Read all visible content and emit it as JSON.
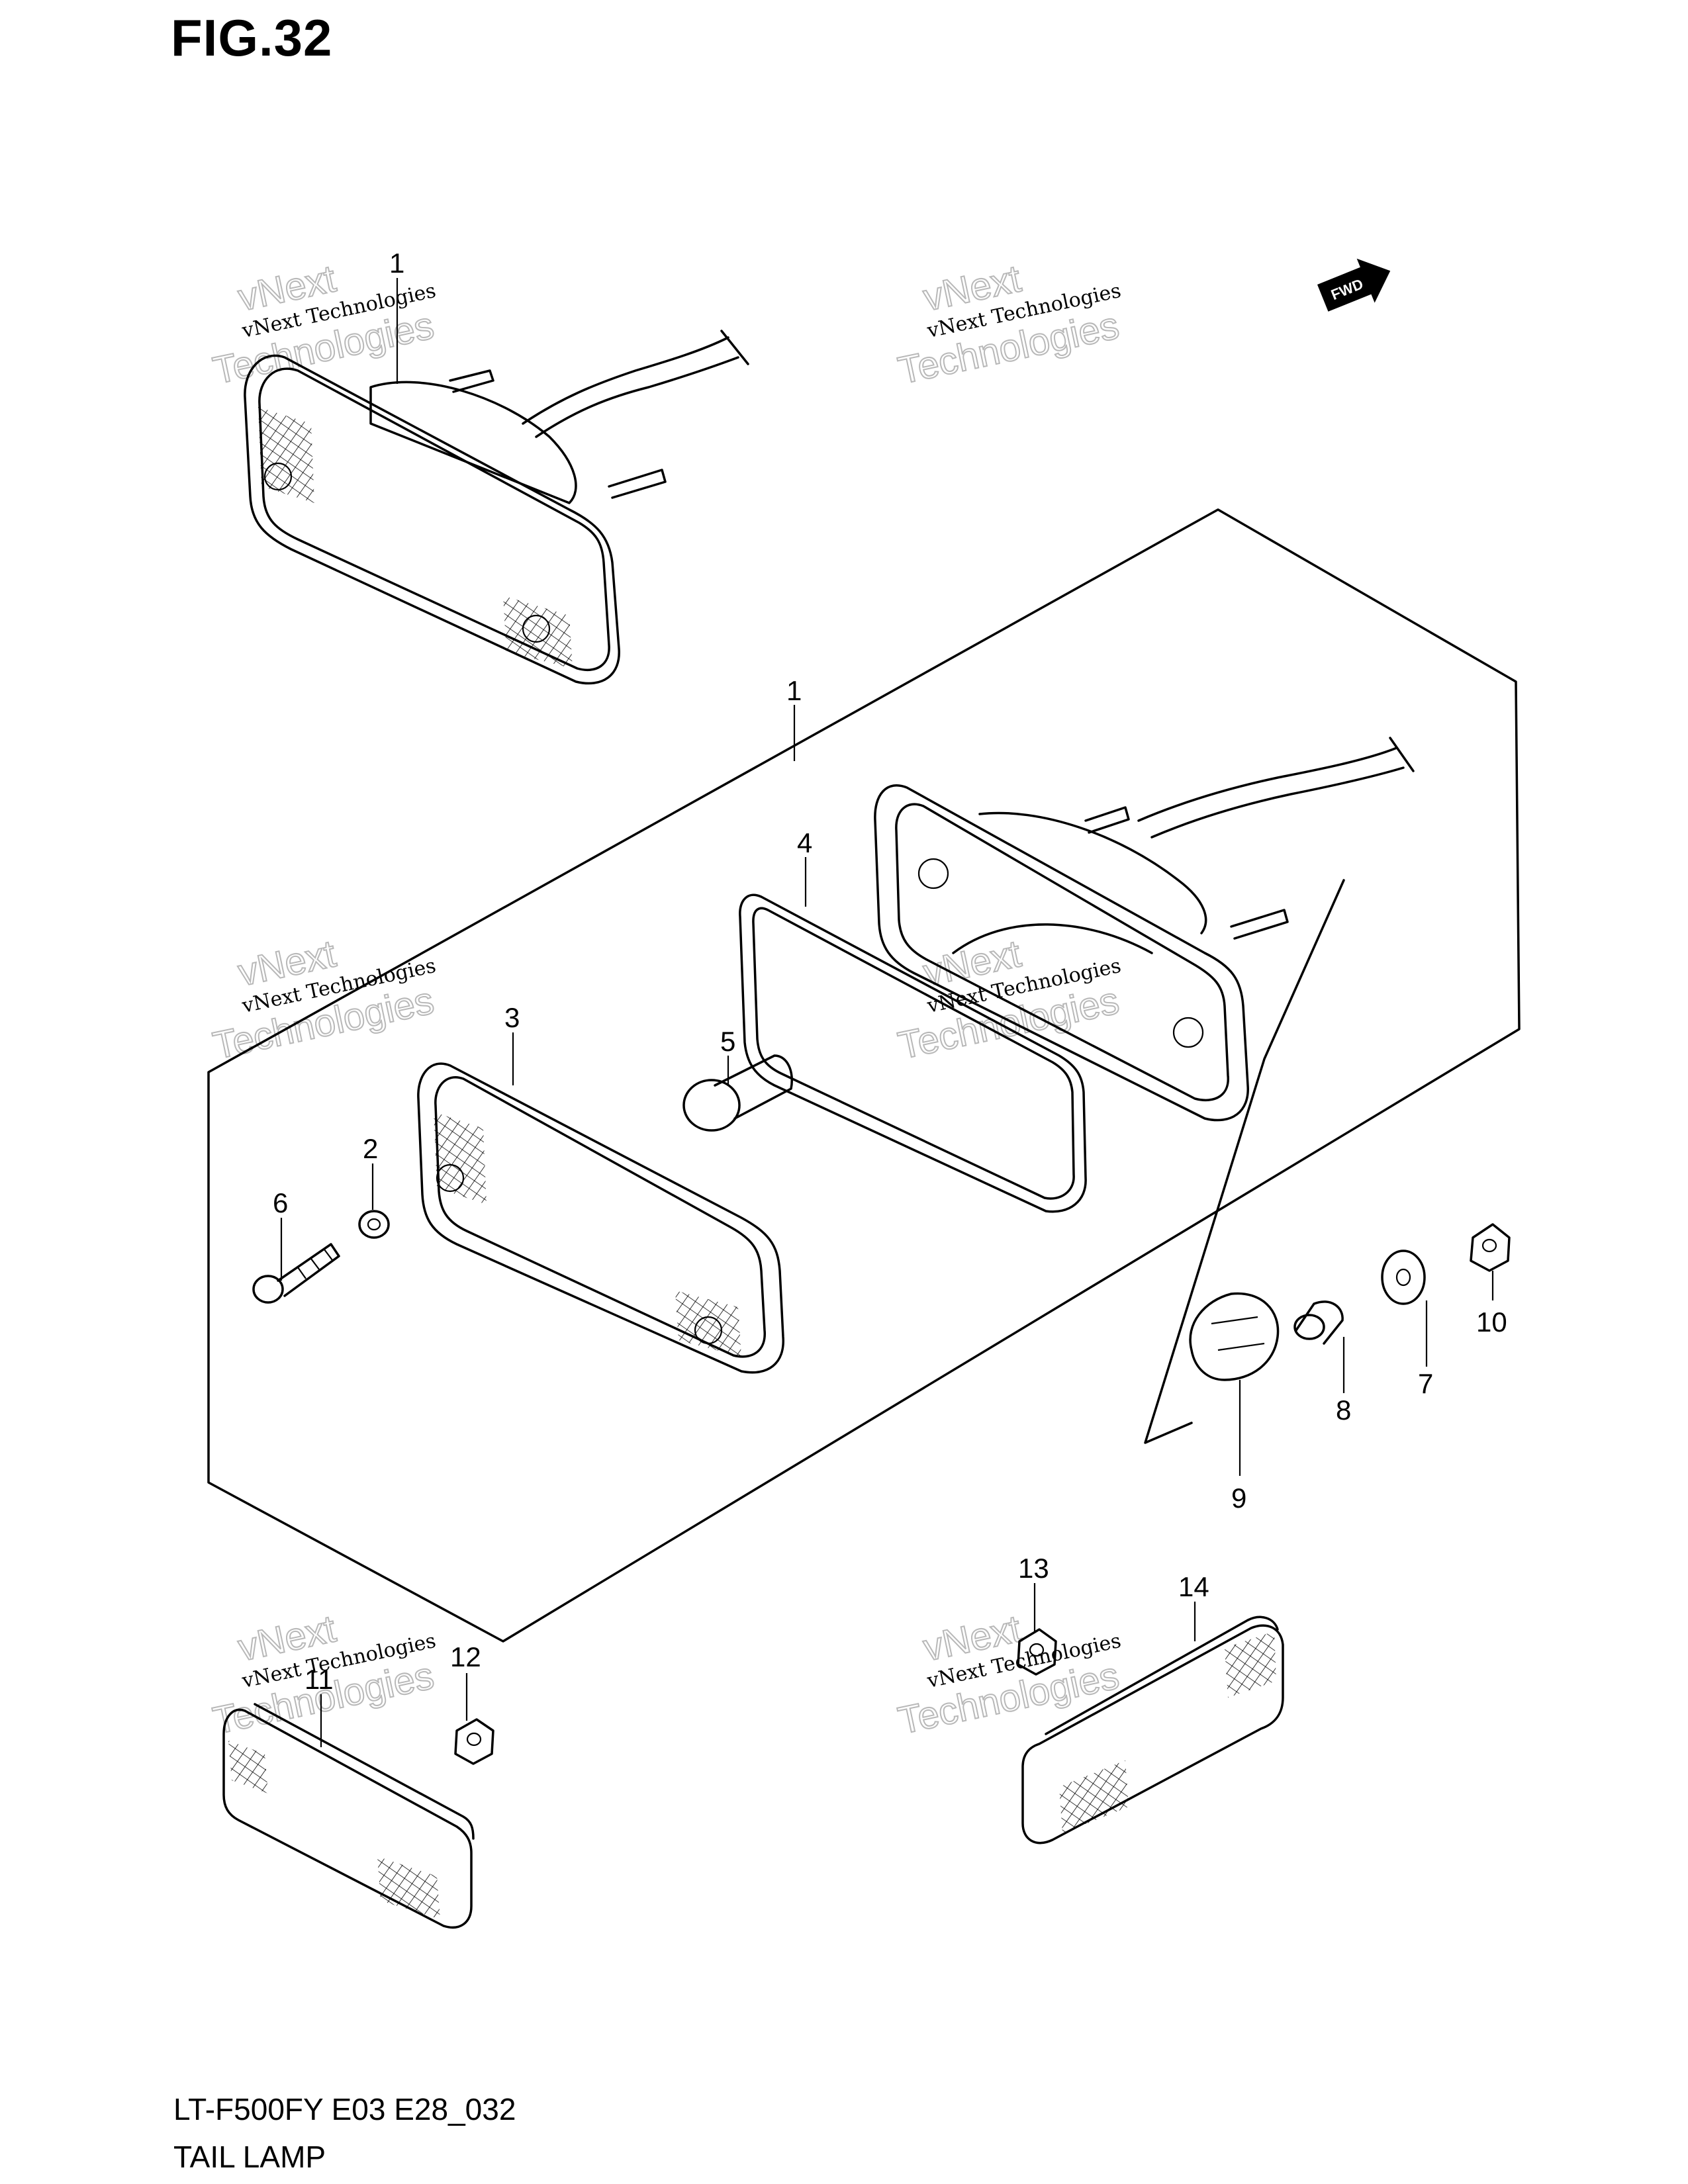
{
  "figure": {
    "title": "FIG.32",
    "model_code": "LT-F500FY E03 E28_032",
    "part_name": "TAIL LAMP"
  },
  "direction_marker": "FWD",
  "watermark": {
    "line1": "vNext Technologies",
    "line2": "vNext",
    "line3": "Technologies"
  },
  "callouts": [
    "1",
    "1",
    "2",
    "3",
    "4",
    "5",
    "6",
    "7",
    "8",
    "9",
    "10",
    "11",
    "12",
    "13",
    "14"
  ]
}
